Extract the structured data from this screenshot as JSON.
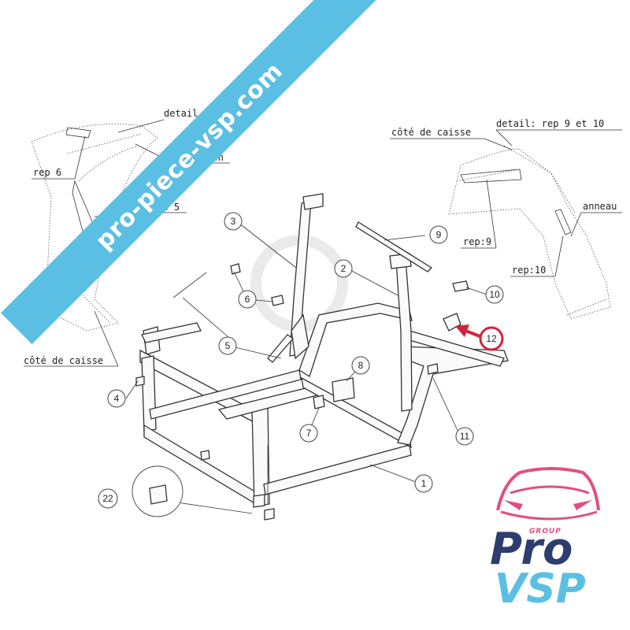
{
  "watermark_banner": "pro-piece-vsp.com",
  "labels": {
    "detail_rep5_6": "detail rep 5 et 6",
    "pavillon": "pavillon",
    "rep6": "rep 6",
    "rep5": "rep 5",
    "cote_de_caisse_left": "côté de caisse",
    "cote_de_caisse_right": "côté de caisse",
    "detail_rep9_10": "detail: rep 9 et 10",
    "anneau": "anneau",
    "rep9": "rep:9",
    "rep10": "rep:10"
  },
  "callouts": [
    "1",
    "2",
    "3",
    "4",
    "5",
    "6",
    "7",
    "8",
    "9",
    "10",
    "11",
    "12",
    "22"
  ],
  "highlighted_callout": "12",
  "highlight_color": "#d6213b",
  "banner_color": "#5bbfe3",
  "logo": {
    "group_text": "GROUP",
    "pro_text": "Pro",
    "vsp_text": "VSP",
    "car_color": "#e0507f",
    "pro_color": "#2d3e6e",
    "vsp_color": "#5bbfe3"
  }
}
